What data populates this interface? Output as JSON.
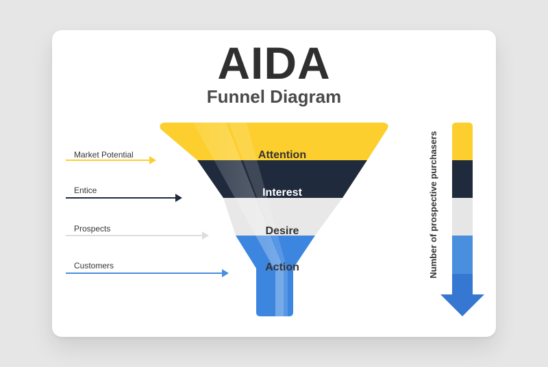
{
  "header": {
    "title": "AIDA",
    "subtitle": "Funnel Diagram"
  },
  "funnel": {
    "stages": [
      {
        "label": "Attention",
        "color": "#fccf2e"
      },
      {
        "label": "Interest",
        "color": "#1f2a3c"
      },
      {
        "label": "Desire",
        "color": "#e8e8e8"
      },
      {
        "label": "Action",
        "color": "#3d86e0"
      }
    ],
    "side_labels": [
      {
        "label": "Market Potential",
        "color": "#fccf2e"
      },
      {
        "label": "Entice",
        "color": "#1f2a3c"
      },
      {
        "label": "Prospects",
        "color": "#dddddd"
      },
      {
        "label": "Customers",
        "color": "#4a8fde"
      }
    ]
  },
  "scale_bar": {
    "label": "Number of prospective purchasers",
    "colors": [
      "#fccf2e",
      "#1f2a3c",
      "#e6e6e6",
      "#4a8fde",
      "#3677d1"
    ]
  }
}
